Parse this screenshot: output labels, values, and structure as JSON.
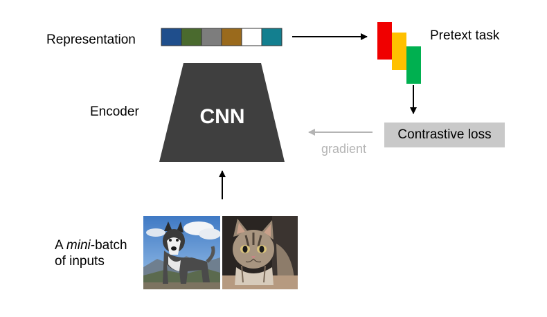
{
  "labels": {
    "representation": "Representation",
    "pretext_task": "Pretext task",
    "encoder": "Encoder",
    "cnn": "CNN",
    "contrastive_loss": "Contrastive loss",
    "gradient": "gradient",
    "minibatch_prefix": "A ",
    "minibatch_emph": "mini",
    "minibatch_suffix": "-batch",
    "minibatch_line2": "of inputs"
  },
  "colors": {
    "encoder_fill": "#3f3f3f",
    "loss_box": "#c9c9c9",
    "gradient_arrow": "#b4b4b4",
    "representation_cells": [
      "#1f4e8c",
      "#4a6a2e",
      "#7d7d7d",
      "#9a6a1c",
      "#ffffff",
      "#137f8f"
    ],
    "pretext_bars": [
      "#f00000",
      "#ffc000",
      "#00b050"
    ]
  },
  "images": {
    "dog": "husky-photo",
    "cat": "cat-photo"
  }
}
